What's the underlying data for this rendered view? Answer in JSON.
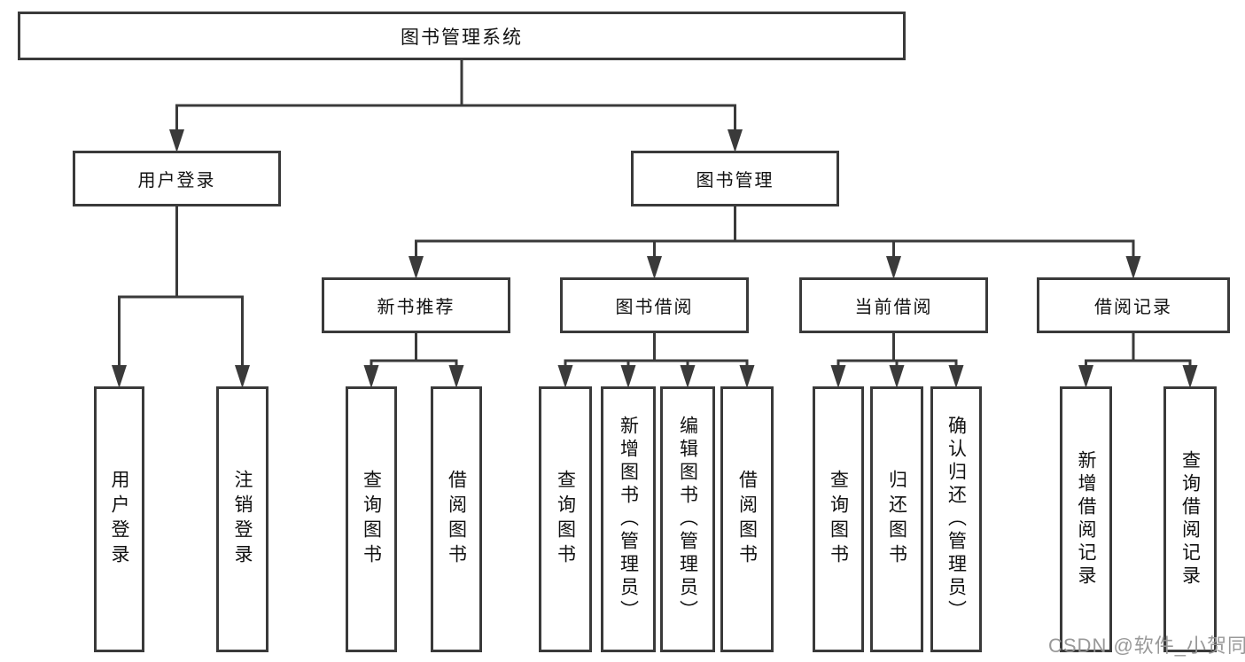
{
  "diagram_title": "图书管理系统",
  "tree": {
    "root": {
      "label": "图书管理系统"
    },
    "branches": [
      {
        "label": "用户登录",
        "children": [
          {
            "label": "用户登录"
          },
          {
            "label": "注销登录"
          }
        ]
      },
      {
        "label": "图书管理",
        "children": [
          {
            "label": "新书推荐",
            "children": [
              {
                "label": "查询图书"
              },
              {
                "label": "借阅图书"
              }
            ]
          },
          {
            "label": "图书借阅",
            "children": [
              {
                "label": "查询图书"
              },
              {
                "label": "新增图书（管理员）"
              },
              {
                "label": "编辑图书（管理员）"
              },
              {
                "label": "借阅图书"
              }
            ]
          },
          {
            "label": "当前借阅",
            "children": [
              {
                "label": "查询图书"
              },
              {
                "label": "归还图书"
              },
              {
                "label": "确认归还（管理员）"
              }
            ]
          },
          {
            "label": "借阅记录",
            "children": [
              {
                "label": "新增借阅记录"
              },
              {
                "label": "查询借阅记录"
              }
            ]
          }
        ]
      }
    ]
  },
  "watermark": {
    "text": "CSDN @软件_小贺同学"
  },
  "colors": {
    "line": "#3a3a3a",
    "text": "#111111",
    "background": "#ffffff",
    "watermark": "#949494"
  }
}
